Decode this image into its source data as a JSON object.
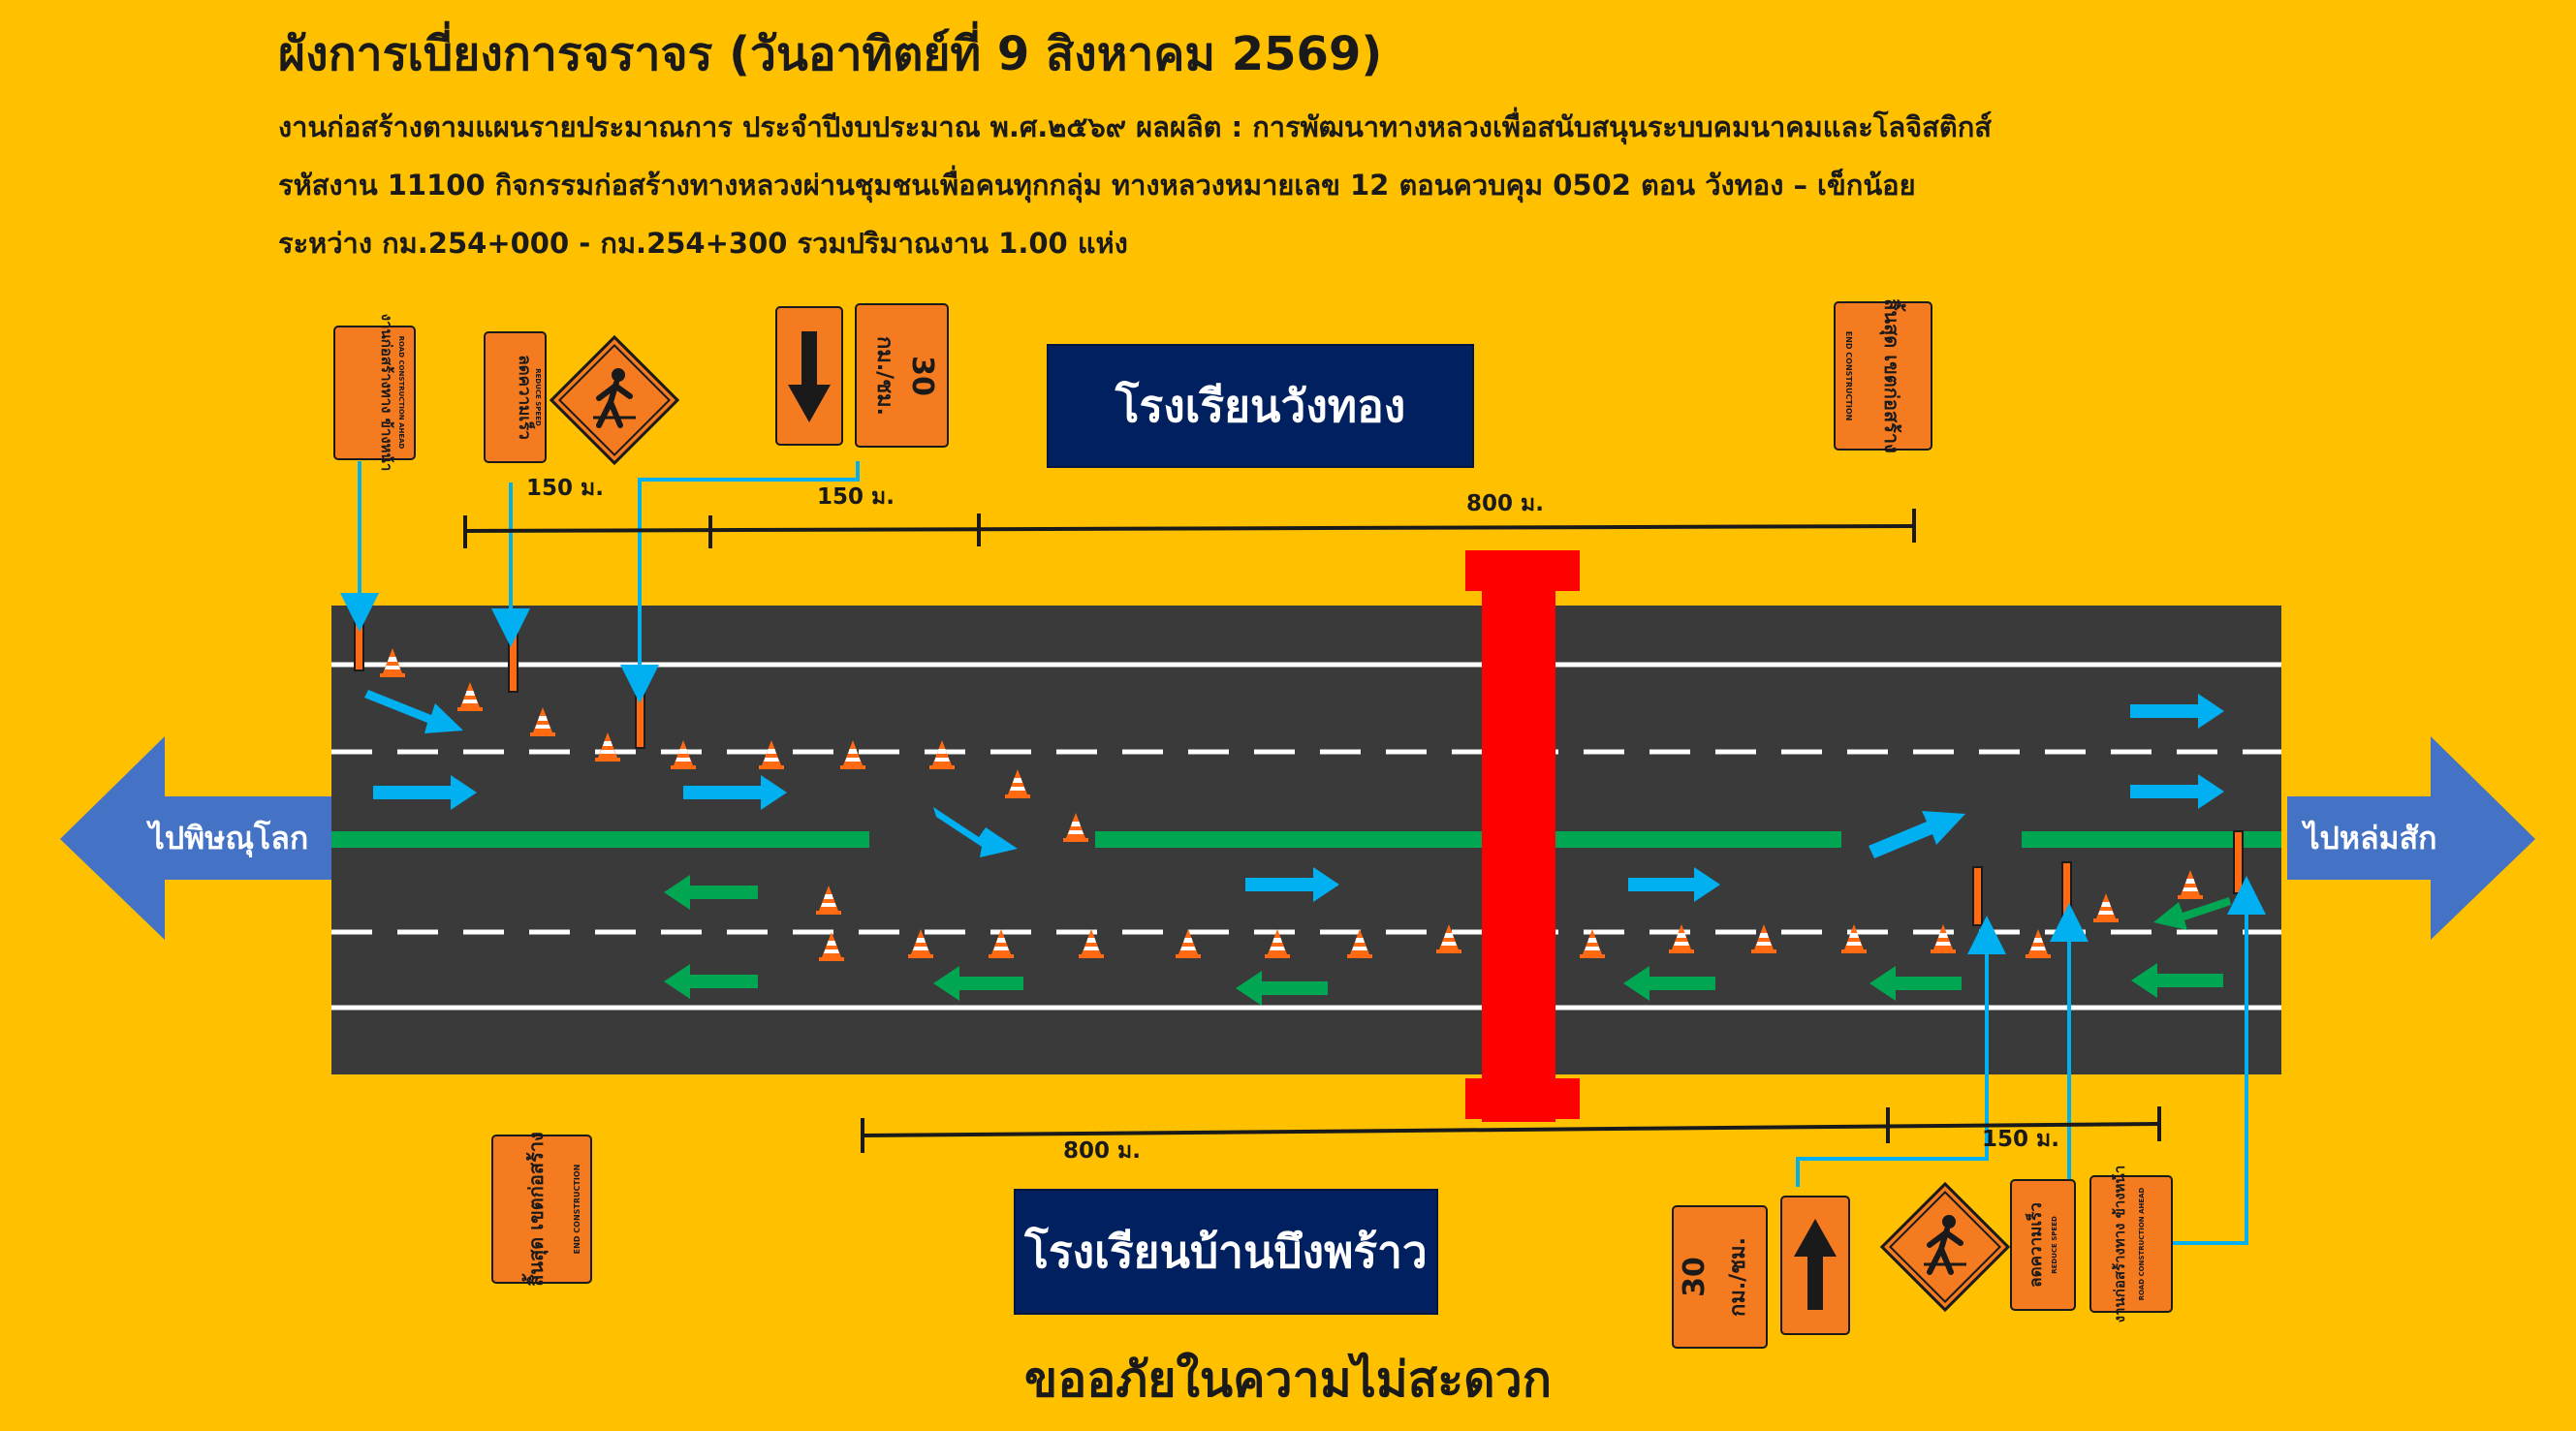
{
  "header": {
    "title": "ผังการเบี่ยงการจราจร (วันอาทิตย์ที่ 9 สิงหาคม 2569)",
    "line1": "งานก่อสร้างตามแผนรายประมาณการ ประจำปีงบประมาณ พ.ศ.๒๕๖๙ ผลผลิต : การพัฒนาทางหลวงเพื่อสนับสนุนระบบคมนาคมและโลจิสติกส์",
    "line2": "รหัสงาน 11100  กิจกรรมก่อสร้างทางหลวงผ่านชุมชนเพื่อคนทุกกลุ่ม ทางหลวงหมายเลข 12 ตอนควบคุม 0502 ตอน วังทอง – เข็กน้อย",
    "line3": "ระหว่าง กม.254+000 - กม.254+300 รวมปริมาณงาน 1.00 แห่ง"
  },
  "destinations": {
    "left": "ไปพิษณุโลก",
    "right": "ไปหล่มสัก"
  },
  "schools": {
    "top": "โรงเรียนวังทอง",
    "bottom": "โรงเรียนบ้านบึงพร้าว"
  },
  "distances": {
    "top_first": "150 ม.",
    "top_second": "150 ม.",
    "top_third": "800 ม.",
    "bottom_first": "800 ม.",
    "bottom_second": "150 ม."
  },
  "signs": {
    "construction_ahead_th": "งานก่อสร้างทาง ข้างหน้า",
    "construction_ahead_en": "ROAD CONSTRUCTION AHEAD",
    "reduce_speed_th": "ลดความเร็ว",
    "reduce_speed_en": "REDUCE SPEED",
    "speed_limit_value": "30",
    "speed_limit_unit": "กม./ชม.",
    "end_construction_th": "สิ้นสุด เขตก่อสร้าง",
    "end_construction_en": "END CONSTRUCTION"
  },
  "footer": {
    "apology": "ขออภัยในความไม่สะดวก"
  },
  "colors": {
    "background": "#FFC000",
    "road": "#3A3A3A",
    "median": "#00A651",
    "flow_blue": "#00B0F0",
    "flow_green": "#00A651",
    "destination_arrow": "#4472C4",
    "school_box": "#002060",
    "sign_orange": "#F47B20",
    "bridge": "#FF0000"
  }
}
